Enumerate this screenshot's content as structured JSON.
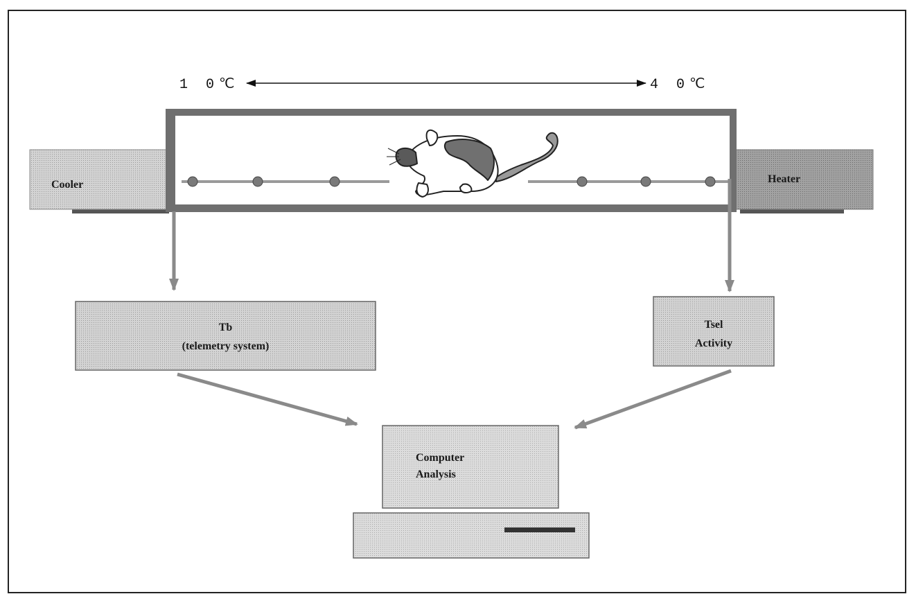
{
  "range": {
    "cold_label": "1 0℃",
    "hot_label": "4 0℃"
  },
  "cooler": {
    "label": "Cooler"
  },
  "heater": {
    "label": "Heater"
  },
  "tb_box": {
    "line1": "Tb",
    "line2": "(telemetry system)"
  },
  "tsel_box": {
    "line1": "Tsel",
    "line2": "Activity"
  },
  "computer": {
    "line1": "Computer",
    "line2": "Analysis"
  },
  "icons": {
    "animal": "rat-icon",
    "computer": "desktop-computer-icon"
  },
  "colors": {
    "box_fill": "#c9c9c9",
    "dark_fill": "#8f8f8f",
    "arrow": "#8a8a8a",
    "line": "#222222"
  }
}
